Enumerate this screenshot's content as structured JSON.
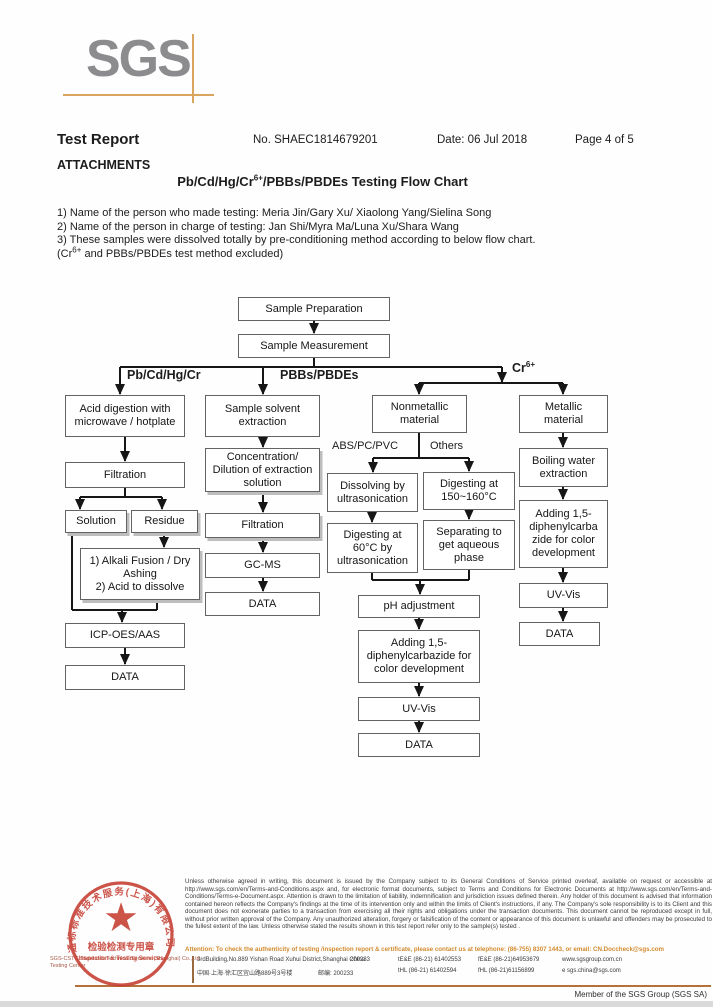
{
  "header": {
    "logo_text": "SGS",
    "title": "Test Report",
    "report_no": "No. SHAEC1814679201",
    "date": "Date: 06 Jul 2018",
    "page_info": "Page 4 of 5"
  },
  "attachments": {
    "section_title": "ATTACHMENTS",
    "chart_title_prefix": "Pb/Cd/Hg/Cr",
    "chart_title_sup": "6+",
    "chart_title_suffix": "/PBBs/PBDEs Testing Flow Chart",
    "notes": [
      "1) Name of the person who made testing: Meria Jin/Gary Xu/ Xiaolong Yang/Sielina Song",
      "2) Name of the person in charge of testing: Jan Shi/Myra Ma/Luna Xu/Shara Wang",
      "3) These samples were dissolved totally by pre-conditioning method according to below flow chart."
    ],
    "note4_prefix": "(Cr",
    "note4_sup": "6+",
    "note4_suffix": " and PBBs/PBDEs test method excluded)"
  },
  "flowchart": {
    "branch_labels": {
      "left": "Pb/Cd/Hg/Cr",
      "middle": "PBBs/PBDEs",
      "right_prefix": "Cr",
      "right_sup": "6+"
    },
    "sub_labels": {
      "abs": "ABS/PC/PVC",
      "others": "Others"
    },
    "nodes": {
      "sample_preparation": "Sample Preparation",
      "sample_measurement": "Sample Measurement",
      "acid_digestion": "Acid digestion with\nmicrowave / hotplate",
      "filtration1": "Filtration",
      "solution": "Solution",
      "residue": "Residue",
      "alkali": "1) Alkali Fusion / Dry\nAshing\n2) Acid to dissolve",
      "icp": "ICP-OES/AAS",
      "data1": "DATA",
      "solvent_extraction": "Sample solvent\nextraction",
      "concentration": "Concentration/\nDilution of extraction\nsolution",
      "filtration2": "Filtration",
      "gcms": "GC-MS",
      "data2": "DATA",
      "nonmetallic": "Nonmetallic\nmaterial",
      "dissolving": "Dissolving by\nultrasonication",
      "digesting150": "Digesting at\n150~160°C",
      "digesting60": "Digesting at\n60°C by\nultrasonication",
      "separating": "Separating to\nget aqueous\nphase",
      "ph": "pH adjustment",
      "adding_mid": "Adding 1,5-\ndiphenylcarbazide for\ncolor development",
      "uvvis_mid": "UV-Vis",
      "data3": "DATA",
      "metallic": "Metallic\nmaterial",
      "boiling": "Boiling water\nextraction",
      "adding_right": "Adding 1,5-\ndiphenylcarba\nzide for color\ndevelopment",
      "uvvis_right": "UV-Vis",
      "data4": "DATA"
    }
  },
  "footer": {
    "stamp": {
      "arc_text": "通标标准技术服务(上海)有限公司",
      "inner_cn": "检验检测专用章",
      "inner_en": "Inspection & Testing Services"
    },
    "company_line1": "SGS-CSTC Standards Technical Services (Shanghai) Co.,Ltd.",
    "company_line2": "Testing Center",
    "disclaimer": "Unless otherwise agreed in writing, this document is issued by the Company subject to its General Conditions of Service printed overleaf, available on request or accessible at http://www.sgs.com/en/Terms-and-Conditions.aspx and, for electronic format documents, subject to Terms and Conditions for Electronic Documents at http://www.sgs.com/en/Terms-and-Conditions/Terms-e-Document.aspx. Attention is drawn to the limitation of liability, indemnification and jurisdiction issues defined therein. Any holder of this document is advised that information contained hereon reflects the Company's findings at the time of its intervention only and within the limits of Client's instructions, if any. The Company's sole responsibility is to its Client and this document does not exonerate parties to a transaction from exercising all their rights and obligations under the transaction documents. This document cannot be reproduced except in full, without prior written approval of the Company. Any unauthorized alteration, forgery or falsification of the content or appearance of this document is unlawful and offenders may be prosecuted to the fullest extent of the law. Unless otherwise stated the results shown in this test report refer only to the sample(s) tested .",
    "attention": "Attention: To check the authenticity of testing /inspection report & certificate, please contact us at telephone: (86-755) 8307 1443, or email: CN.Doccheck@sgs.com",
    "address_en": "3rdBuilding,No.889 Yishan Road Xuhui District,Shanghai China",
    "postcode_en": "200233",
    "address_cn": "中国·上海·徐汇区宜山路889号3号楼",
    "postcode_cn": "邮编: 200233",
    "phone1": "tE&E (86-21) 61402553",
    "fax1": "fE&E (86-21)64953679",
    "web": "www.sgsgroup.com.cn",
    "phone2": "tHL (86-21) 61402594",
    "fax2": "fHL (86-21)61156899",
    "email": "e sgs.china@sgs.com",
    "member": "Member of the SGS Group (SGS SA)"
  },
  "colors": {
    "accent_orange": "#d9a460",
    "footer_line_orange": "#b5713a",
    "stamp_red": "#c43c30",
    "logo_gray": "#8c8c8f",
    "attention_orange": "#d28a2e"
  }
}
